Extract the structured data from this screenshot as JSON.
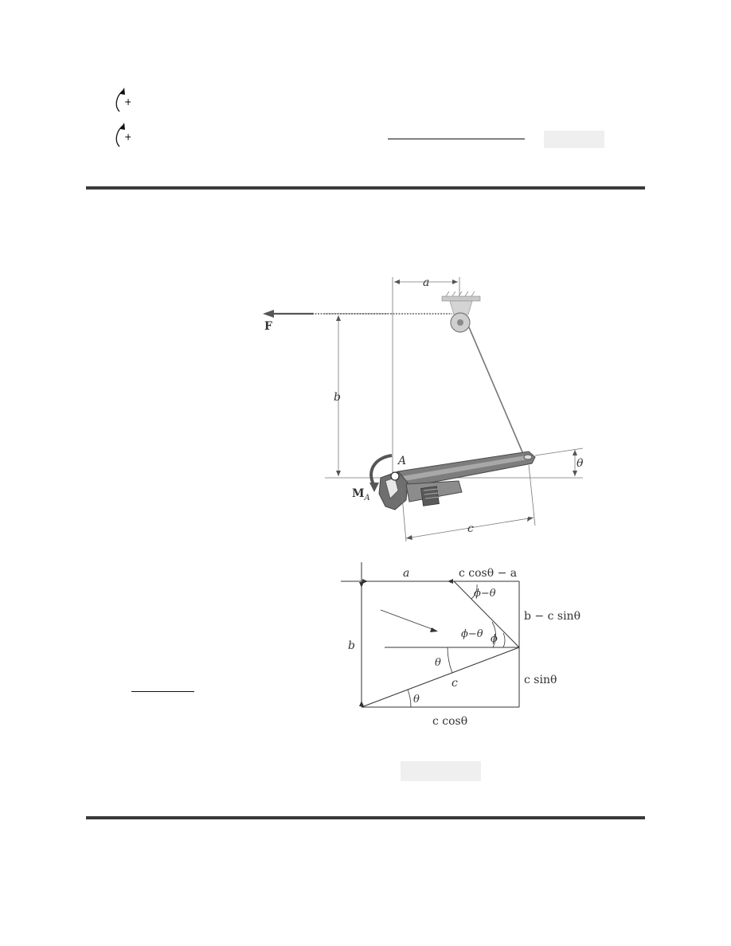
{
  "moment_sign": "+",
  "figure1": {
    "dim_a": "a",
    "dim_b": "b",
    "dim_c": "c",
    "force_label": "F",
    "point_label": "A",
    "moment_label_main": "M",
    "moment_label_sub": "A",
    "angle_label": "θ"
  },
  "figure2": {
    "top_a": "a",
    "top_right": "c cosθ − a",
    "angle_phi_minus_theta_top": "ϕ−θ",
    "angle_phi_minus_theta_mid": "ϕ−θ",
    "angle_phi": "ϕ",
    "right_upper": "b − c sinθ",
    "left_b": "b",
    "theta_mid": "θ",
    "hyp_c": "c",
    "right_lower": "c sinθ",
    "theta_bottom": "θ",
    "bottom": "c cosθ"
  }
}
